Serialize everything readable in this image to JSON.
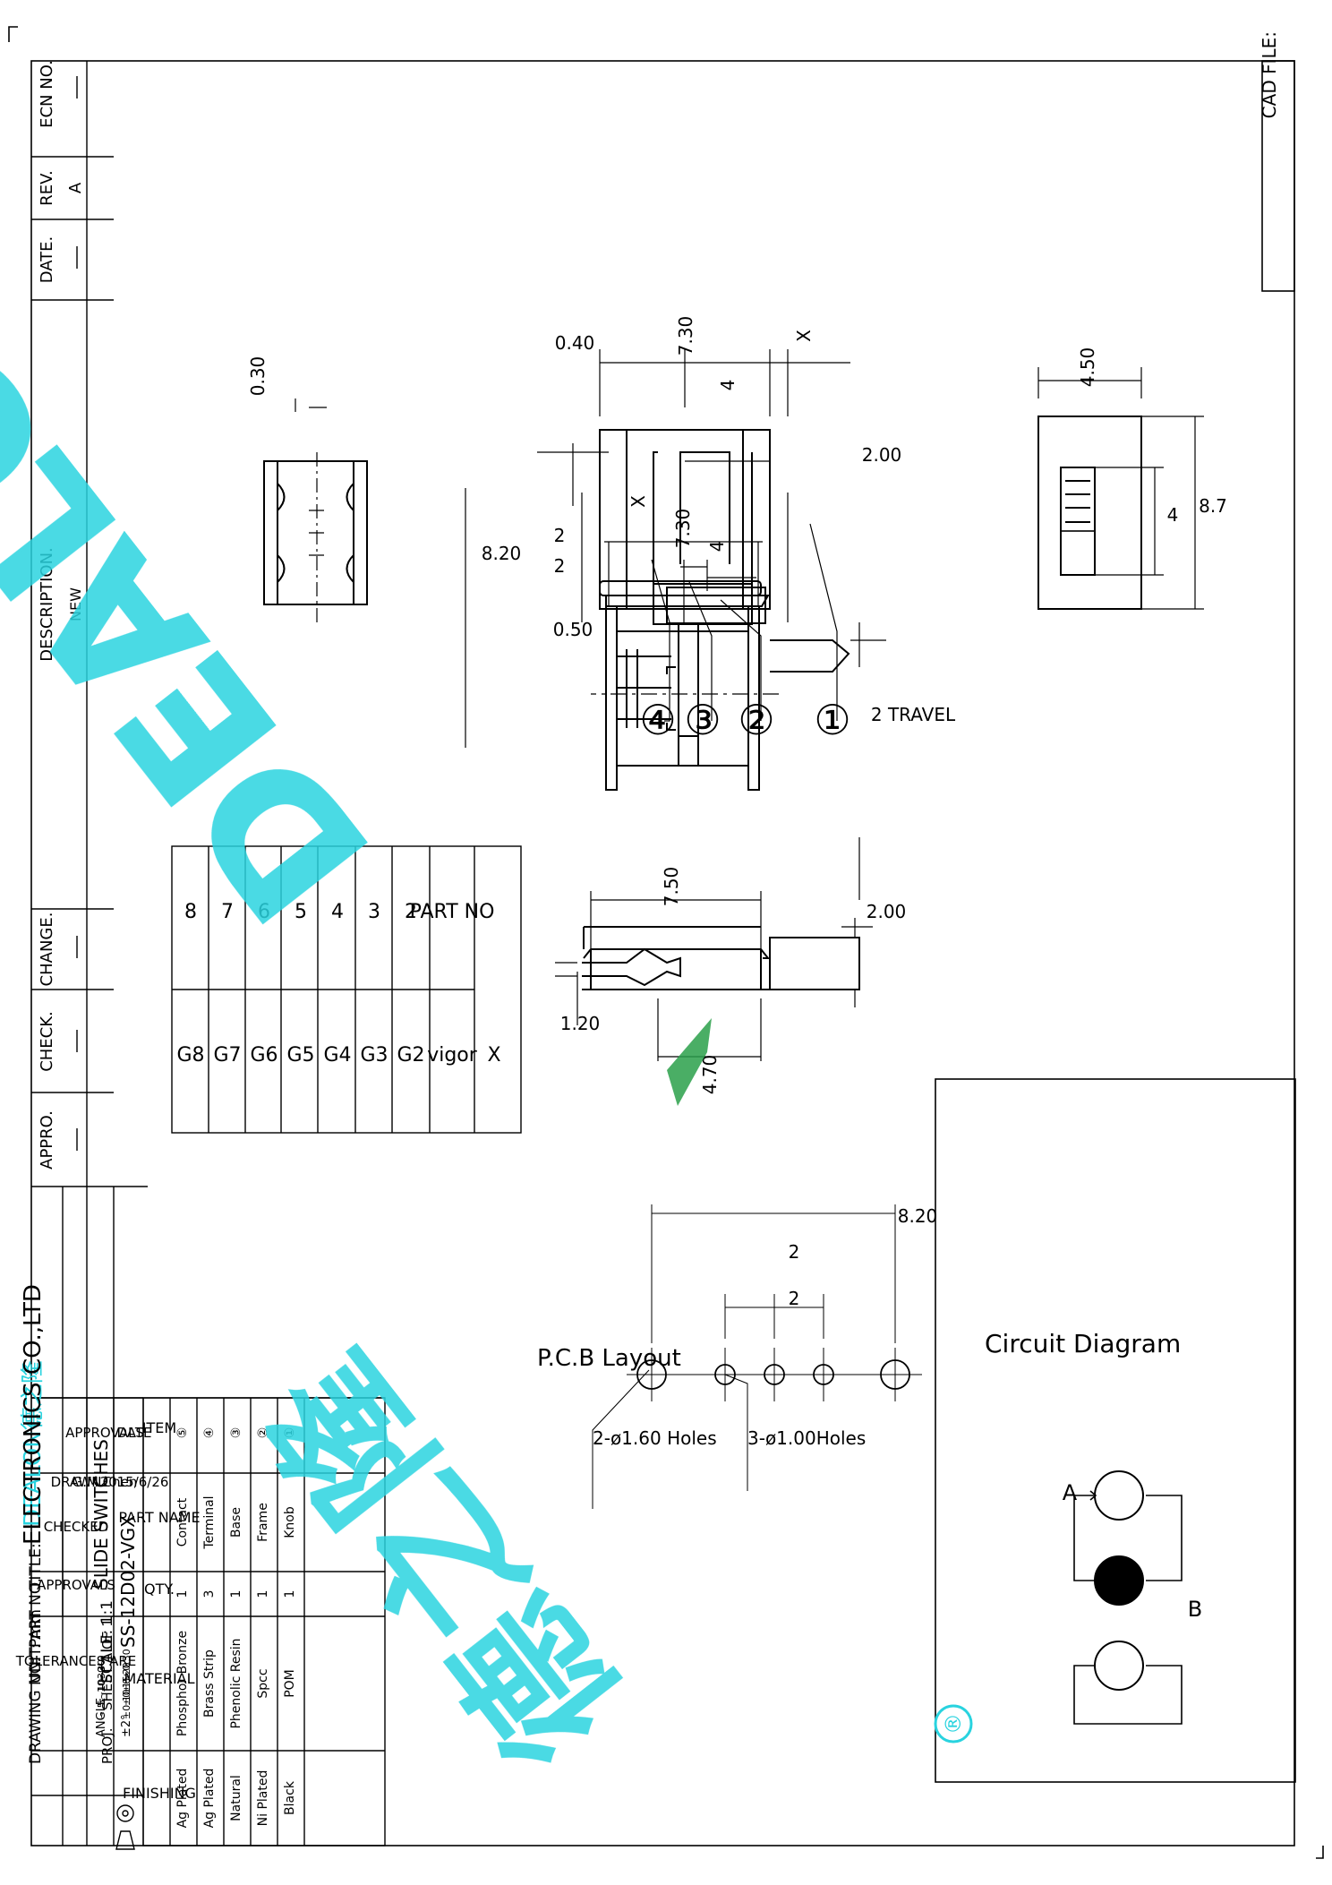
{
  "cad_file_label": "CAD FILE:",
  "revision_block": {
    "headers": [
      "ECN NO.",
      "REV.",
      "DATE.",
      "DESCRIPTION.",
      "CHANGE.",
      "CHECK.",
      "APPRO."
    ],
    "rev": "A",
    "description": "NEW"
  },
  "dimensions": {
    "top_0_40": "0.40",
    "top_7_30": "7.30",
    "top_x": "X",
    "top_4": "4",
    "top_2_00": "2.00",
    "top_8_20": "8.20",
    "top_2a": "2",
    "top_2b": "2",
    "top_0_50": "0.50",
    "travel": "2 TRAVEL",
    "left_0_30": "0.30",
    "right_4_50": "4.50",
    "right_4": "4",
    "right_8_7": "8.7",
    "side_7_50": "7.50",
    "side_2_00": "2.00",
    "side_1_20": "1.20",
    "side_4_70": "4.70",
    "pcb_8_20": "8.20",
    "pcb_2a": "2",
    "pcb_2b": "2",
    "pcb_note_1": "3-ø1.00Holes",
    "pcb_note_2": "2-ø1.60 Holes"
  },
  "balloons": [
    "①",
    "②",
    "③",
    "④"
  ],
  "x_table": {
    "title": "X",
    "headers": [
      "PART NO",
      "vigor"
    ],
    "rows": [
      [
        "2",
        "G2"
      ],
      [
        "3",
        "G3"
      ],
      [
        "4",
        "G4"
      ],
      [
        "5",
        "G5"
      ],
      [
        "6",
        "G6"
      ],
      [
        "7",
        "G7"
      ],
      [
        "8",
        "G8"
      ]
    ]
  },
  "pcb_layout_label": "P.C.B Layout",
  "circuit": {
    "title": "Circuit Diagram",
    "label_a": "A",
    "label_b": "B",
    "registered": "®"
  },
  "bom": {
    "headers": [
      "ITEM",
      "PART NAME",
      "QTY.",
      "MATERIAL",
      "FINISHING"
    ],
    "rows": [
      [
        "⑤",
        "Contact",
        "1",
        "Phosphor Bronze",
        "Ag Plated"
      ],
      [
        "④",
        "Terminal",
        "3",
        "Brass Strip",
        "Ag Plated"
      ],
      [
        "③",
        "Base",
        "1",
        "Phenolic Resin",
        "Natural"
      ],
      [
        "②",
        "Frame",
        "1",
        "Spcc",
        "Ni Plated"
      ],
      [
        "①",
        "Knob",
        "1",
        "POM",
        "Black"
      ]
    ]
  },
  "title_block": {
    "approvals": "APPROVALS",
    "date_label": "DATE",
    "drawn_label": "DRAWN",
    "drawn_by": "G.M.Chen",
    "drawn_date": "2015/6/26",
    "checked_label": "CHECKED",
    "approvals_label": "APPROVALS",
    "tolerances_label": "TOLERANCES ARE",
    "tol_ranges": [
      "30~",
      "10~30",
      "5~10",
      "~ 5"
    ],
    "tol_values": [
      "±0.30",
      "±0.20",
      "±0.15",
      "±0.10"
    ],
    "angle_label": "ANGLE",
    "angle_value": "±2°",
    "logo": "DEALON德之隆",
    "company": "ELECTRONICS CO.,LTD",
    "title_label": "TITLE:",
    "title": "SLIDE SWITCHES",
    "part_no_label": "PART NO.",
    "part_no": "SS-12D02-VGX",
    "unit": "UNIT: mm",
    "scale": "SCALE: 1:1",
    "sheet": "SHEET 1 OF 1",
    "drawing_no_label": "DRAWING NO.",
    "proj_label": "PROJ."
  },
  "watermark": {
    "text": "DEALON",
    "chinese": "德之隆",
    "color": "#29d3df"
  }
}
